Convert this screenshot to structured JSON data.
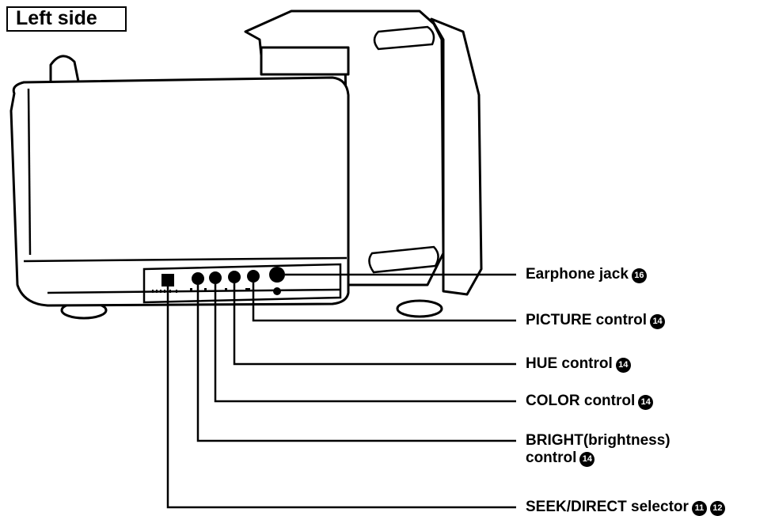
{
  "title": "Left side",
  "callouts": [
    {
      "id": "earphone",
      "label": "Earphone jack",
      "refs": [
        "16"
      ]
    },
    {
      "id": "picture",
      "label": "PICTURE control",
      "refs": [
        "14"
      ]
    },
    {
      "id": "hue",
      "label": "HUE control",
      "refs": [
        "14"
      ]
    },
    {
      "id": "color",
      "label": "COLOR control",
      "refs": [
        "14"
      ]
    },
    {
      "id": "bright",
      "label": "BRIGHT(brightness)",
      "label2": "control",
      "refs": [
        "14"
      ]
    },
    {
      "id": "seek",
      "label": "SEEK/DIRECT selector",
      "refs": [
        "11",
        "12"
      ]
    }
  ]
}
